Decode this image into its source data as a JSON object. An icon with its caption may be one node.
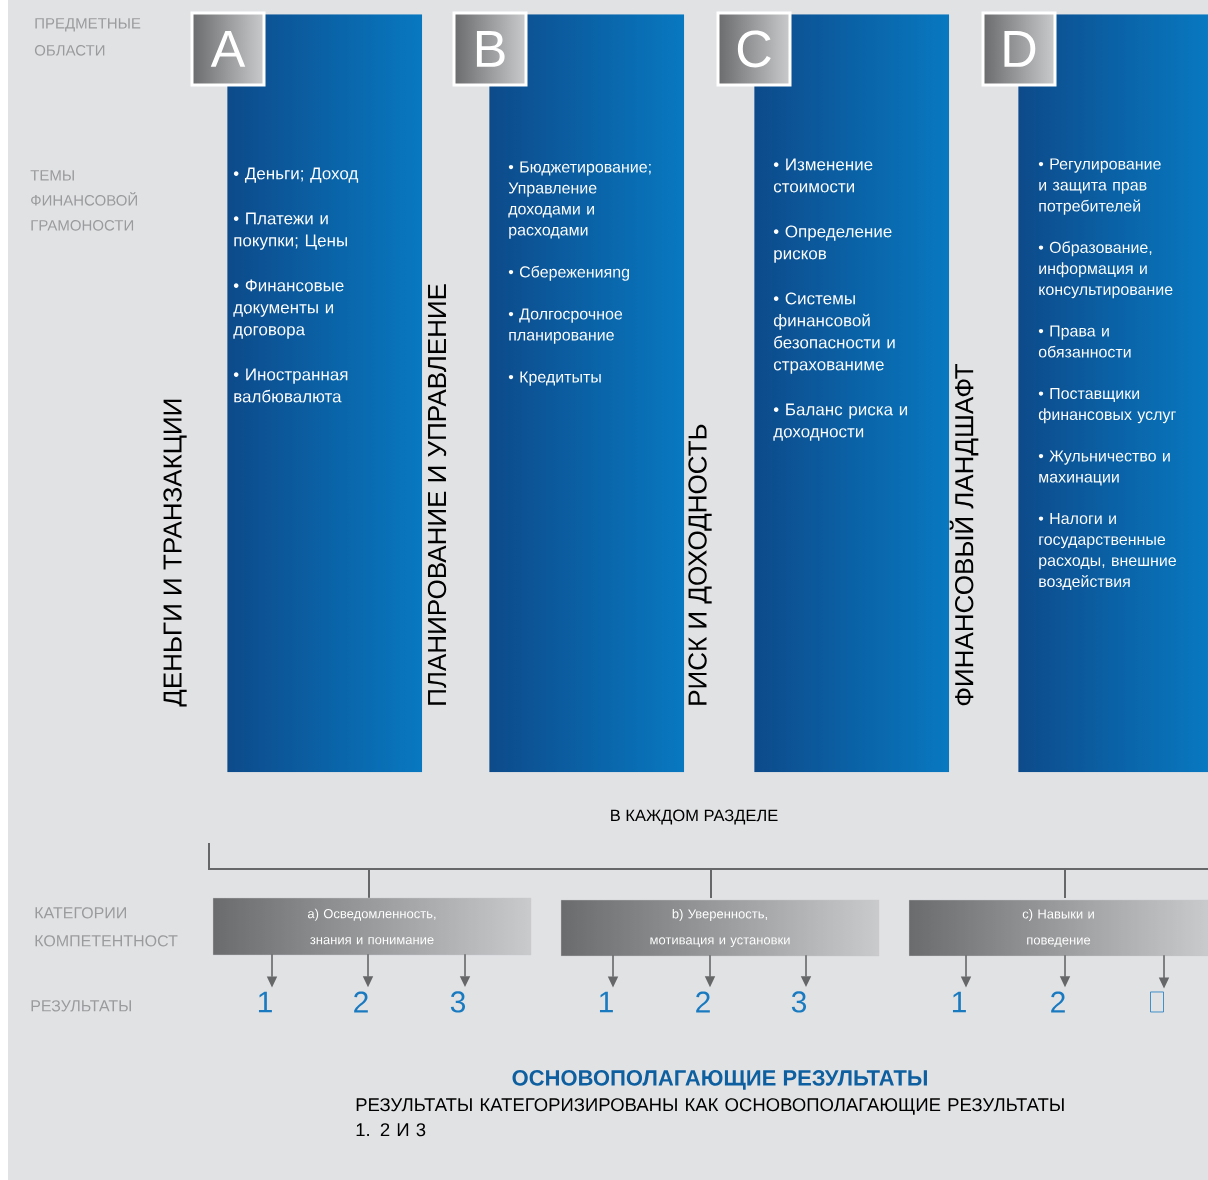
{
  "diagram": {
    "nodes": [
      {
        "text": [
          "A"
        ]
      },
      {
        "text": [
          "• Деньги; Доход",
          "• Платежи и покупки; Цены",
          "• Финансовые документы и договора",
          "• Иностранная валбювалюта"
        ],
        "beside": [
          "ДЕНЬГИ И ТРАНЗАКЦИИ"
        ]
      },
      {
        "text": [
          "B"
        ]
      },
      {
        "text": [
          "• Бюджетирование; Управление доходами и расходами",
          "• Сбереженияng",
          "• Долгосрочное планирование",
          "• Кредитыты"
        ],
        "beside": [
          "ПЛАНИРОВАНИЕ И УПРАВЛЕНИЕ"
        ]
      },
      {
        "text": [
          "C"
        ]
      },
      {
        "text": [
          "• Изменение стоимости",
          "• Определение рисков",
          "• Системы финансовой безопасности и страхованиме",
          "• Баланс риска и доходности"
        ],
        "beside": [
          "РИСК И ДОХОДНОСТЬ"
        ]
      },
      {
        "text": [
          "D"
        ]
      },
      {
        "text": [
          "• Регулирование и защита прав потребителей",
          "• Образование, информация и консультирование",
          "• Права и обязанности",
          "• Поставщики финансовых услуг",
          "• Жульничество и махинации",
          "• Налоги и государственные расходы, внешние воздействия"
        ],
        "beside": [
          "ФИНАНСОВЫЙ ЛАНДШАФТ"
        ]
      },
      {
        "text": [
          "a) Осведомленность, знания и понимание"
        ]
      },
      {
        "text": [
          "b) Уверенность, мотивация и установки"
        ]
      },
      {
        "text": [
          "c) Навыки и поведение"
        ]
      },
      {
        "text": [
          "1"
        ]
      },
      {
        "text": [
          "2"
        ]
      },
      {
        "text": [
          "3"
        ]
      },
      {
        "text": [
          "1"
        ]
      },
      {
        "text": [
          "2"
        ]
      },
      {
        "text": [
          "3"
        ]
      },
      {
        "text": [
          "1"
        ]
      },
      {
        "text": [
          "2"
        ]
      },
      {
        "text": [],
        "shape": "box"
      }
    ],
    "edges": [
      {
        "from": 8,
        "to": 11,
        "arrow": "to"
      },
      {
        "from": 8,
        "to": 12,
        "arrow": "to"
      },
      {
        "from": 8,
        "to": 13,
        "arrow": "to"
      },
      {
        "from": 9,
        "to": 14,
        "arrow": "to"
      },
      {
        "from": 9,
        "to": 15,
        "arrow": "to"
      },
      {
        "from": 9,
        "to": 16,
        "arrow": "to"
      },
      {
        "from": 10,
        "to": 17,
        "arrow": "to"
      },
      {
        "from": 10,
        "to": 18,
        "arrow": "to"
      },
      {
        "from": 10,
        "to": 19,
        "arrow": "to"
      }
    ],
    "labels": [
      "ПРЕДМЕТНЫЕ ОБЛАСТИ",
      "ТЕМЫ ФИНАНСОВОЙ ГРАМОНОСТИ",
      "В КАЖДОМ РАЗДЕЛЕ",
      "КАТЕГОРИИ КОМПЕТЕНТНОСТ",
      "РЕЗУЛЬТАТЫ",
      "ОСНОВОПОЛАГАЮЩИЕ РЕЗУЛЬТАТЫ",
      "РЕЗУЛЬТАТЫ КАТЕГОРИЗИРОВАНЫ КАК ОСНОВОПОЛАГАЮЩИЕ РЕЗУЛЬТАТЫ 1. 2 И 3"
    ]
  }
}
